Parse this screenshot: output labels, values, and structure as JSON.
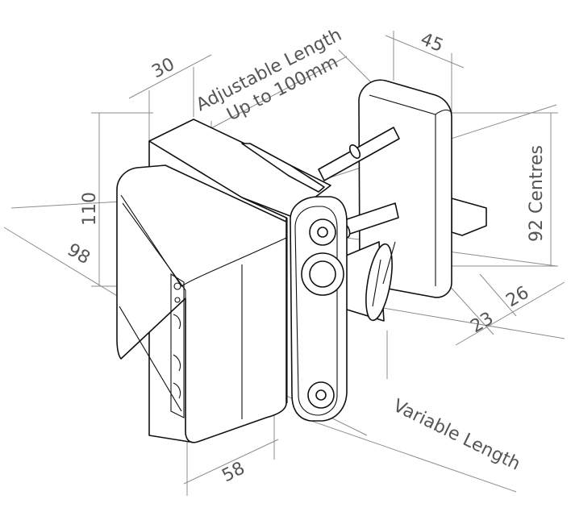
{
  "diagram": {
    "labels": {
      "adjustable_length": "Adjustable Length",
      "up_to": "Up to 100mm",
      "variable_length": "Variable Length",
      "centres": "92 Centres"
    },
    "dimensions": {
      "d30": "30",
      "d45": "45",
      "d110": "110",
      "d98": "98",
      "d58": "58",
      "d23": "23",
      "d26": "26"
    }
  }
}
